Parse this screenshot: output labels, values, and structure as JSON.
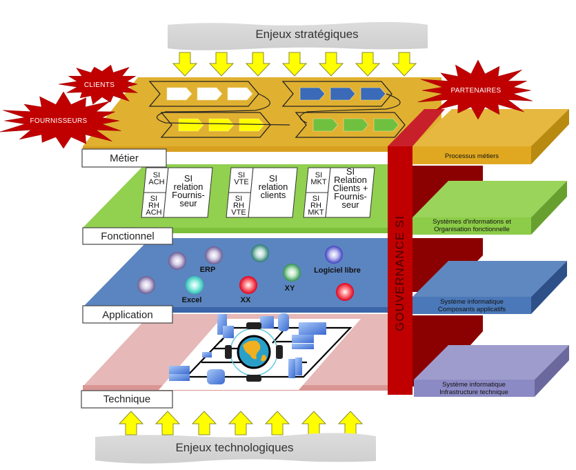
{
  "banners": {
    "top": "Enjeux stratégiques",
    "bottom": "Enjeux technologiques"
  },
  "arrows": {
    "top_count": 7,
    "bottom_count": 7,
    "color": "#ffff00"
  },
  "actors": [
    {
      "id": "clients",
      "label": "CLIENTS"
    },
    {
      "id": "fournisseurs",
      "label": "FOURNISSEURS"
    },
    {
      "id": "partenaires",
      "label": "PARTENAIRES"
    }
  ],
  "layers": [
    {
      "id": "metier",
      "label": "Métier",
      "color": "#e0b030",
      "side_label": [
        "Processus métiers"
      ]
    },
    {
      "id": "fonctionnel",
      "label": "Fonctionnel",
      "color": "#92d050",
      "side_label": [
        "Systèmes d'informations et",
        "Organisation fonctionnelle"
      ]
    },
    {
      "id": "application",
      "label": "Application",
      "color": "#5b85c0",
      "side_label": [
        "Système informatique",
        "Composants applicatifs"
      ]
    },
    {
      "id": "technique",
      "label": "Technique",
      "color": "#e6b8b7",
      "side_label": [
        "Système informatique",
        "Infrastructure technique"
      ]
    }
  ],
  "governance": {
    "label": "GOUVERNANCE SI",
    "color": "#c00000"
  },
  "process_chains": [
    {
      "row": 1,
      "group": "left",
      "color": "#ffffff"
    },
    {
      "row": 1,
      "group": "right",
      "color": "#3a6ab8"
    },
    {
      "row": 2,
      "group": "left",
      "color": "#ffff00"
    },
    {
      "row": 2,
      "group": "right",
      "color": "#70c040"
    }
  ],
  "functional_blocks": [
    {
      "small": [
        [
          "SI",
          "ACH"
        ],
        [
          "SI",
          "RH",
          "ACH"
        ]
      ],
      "big": [
        "SI",
        "relation",
        "Fournis-",
        "seur"
      ]
    },
    {
      "small": [
        [
          "SI",
          "VTE"
        ],
        [
          "SI",
          "RH",
          "VTE"
        ]
      ],
      "big": [
        "SI",
        "relation",
        "clients"
      ]
    },
    {
      "small": [
        [
          "SI",
          "MKT"
        ],
        [
          "SI",
          "RH",
          "MKT"
        ]
      ],
      "big": [
        "SI",
        "Relation",
        "Clients +",
        "Fournis-",
        "seur"
      ]
    }
  ],
  "applications": [
    {
      "label": "",
      "color": "#6a5a90"
    },
    {
      "label": "ERP",
      "color": "#6a5a90"
    },
    {
      "label": "",
      "color": "#2a7a70"
    },
    {
      "label": "Logiciel libre",
      "color": "#4040c0"
    },
    {
      "label": "",
      "color": "#6a5a90"
    },
    {
      "label": "Excel",
      "color": "#30c0b0"
    },
    {
      "label": "XX",
      "color": "#e00020"
    },
    {
      "label": "XY",
      "color": "#309050"
    },
    {
      "label": "",
      "color": "#e00020"
    }
  ],
  "infrastructure": {
    "center_icon": "globe-network-icon"
  }
}
